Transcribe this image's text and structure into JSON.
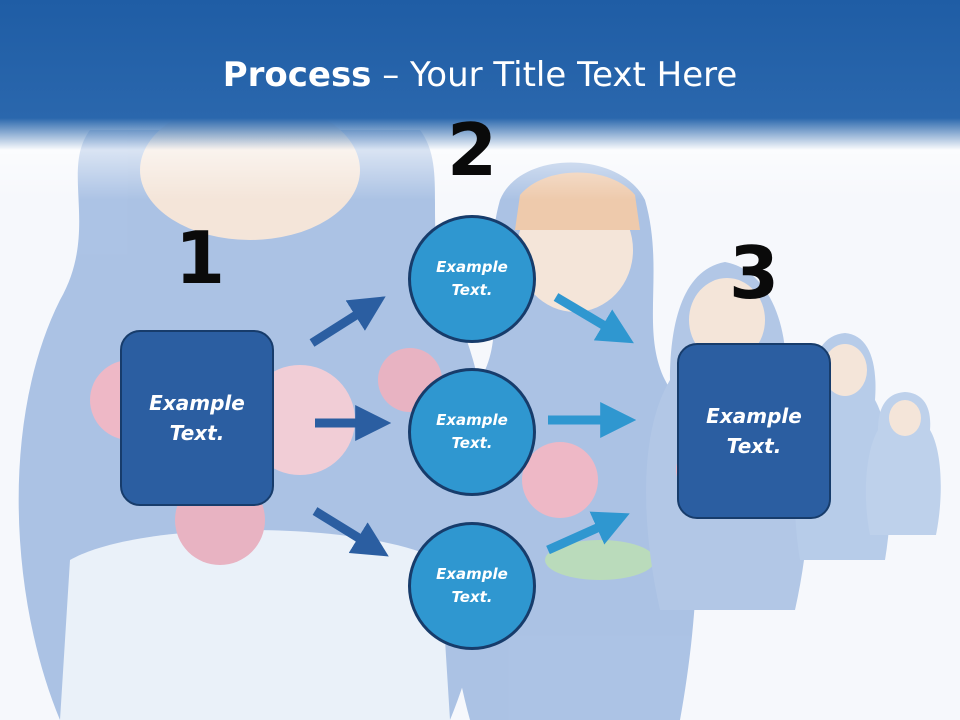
{
  "slide": {
    "title_bold": "Process",
    "title_rest": " – Your Title Text Here"
  },
  "steps": {
    "one": "1",
    "two": "2",
    "three": "3"
  },
  "nodes": {
    "left_box": "Example\nText.",
    "circle_top": "Example\nText.",
    "circle_middle": "Example\nText.",
    "circle_bottom": "Example\nText.",
    "right_box": "Example\nText."
  },
  "colors": {
    "header_blue": "#2a67ad",
    "box_blue": "#2b5ea1",
    "circle_blue": "#2f97d0",
    "left_arrows": "#2b5ea1",
    "right_arrows": "#2f97d0",
    "outline": "#173c6b"
  },
  "background_image": "matryoshka-dolls"
}
